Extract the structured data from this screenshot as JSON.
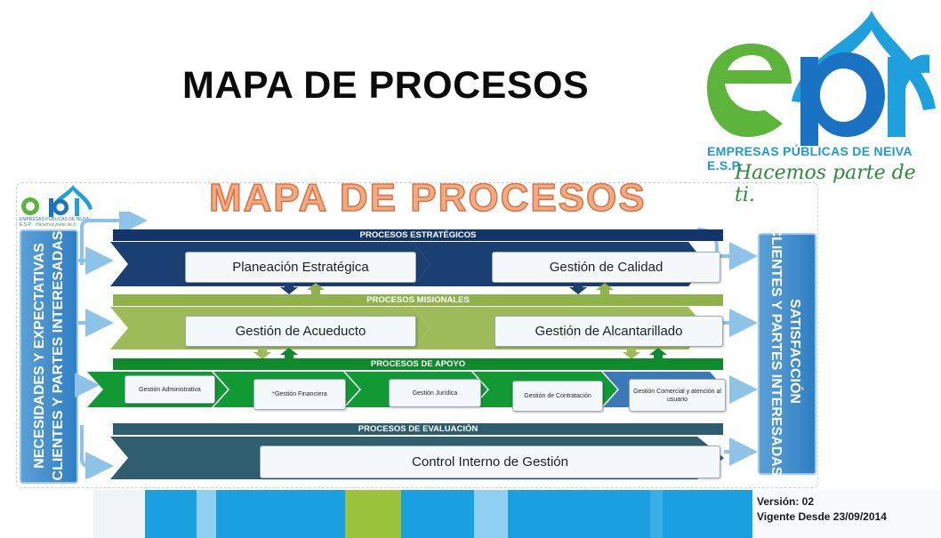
{
  "header": {
    "title": "MAPA DE PROCESOS",
    "logo": {
      "icon": "epn-water-drop-logo",
      "company": "EMPRESAS PÚBLICAS DE NEIVA E.S.P.",
      "slogan": "Hacemos parte de ti."
    }
  },
  "diagram": {
    "subtitle": "MAPA DE PROCESOS",
    "left_sidebar": {
      "line1": "NECESIDADES Y EXPECTATIVAS",
      "line2": "CLIENTES Y PARTES INTERESADAS"
    },
    "right_sidebar": {
      "line1": "SATISFACCIÓN",
      "line2": "CLIENTES Y PARTES INTERESADAS"
    },
    "strategic": {
      "label": "PROCESOS ESTRATÉGICOS",
      "items": [
        "Planeación Estratégica",
        "Gestión de Calidad"
      ]
    },
    "missional": {
      "label": "PROCESOS MISIONALES",
      "items": [
        "Gestión de Acueducto",
        "Gestión de Alcantarillado"
      ]
    },
    "support": {
      "label": "PROCESOS DE APOYO",
      "items": [
        "Gestión Administrativa",
        "*Gestión Financiera",
        "Gestión Jurídica",
        "Gestión de Contratación",
        "Gestión Comercial y atención al usuario"
      ]
    },
    "evaluation": {
      "label": "PROCESOS DE EVALUACIÓN",
      "items": [
        "Control Interno de Gestión"
      ]
    },
    "colors": {
      "strategic": "#14356b",
      "missional": "#8fb24a",
      "support": "#0e8a2a",
      "evaluation": "#2c5d6c",
      "sidebar": "#3d8bcc"
    }
  },
  "footer": {
    "version": "Versión: 02",
    "valid_from": "Vigente Desde 23/09/2014"
  }
}
